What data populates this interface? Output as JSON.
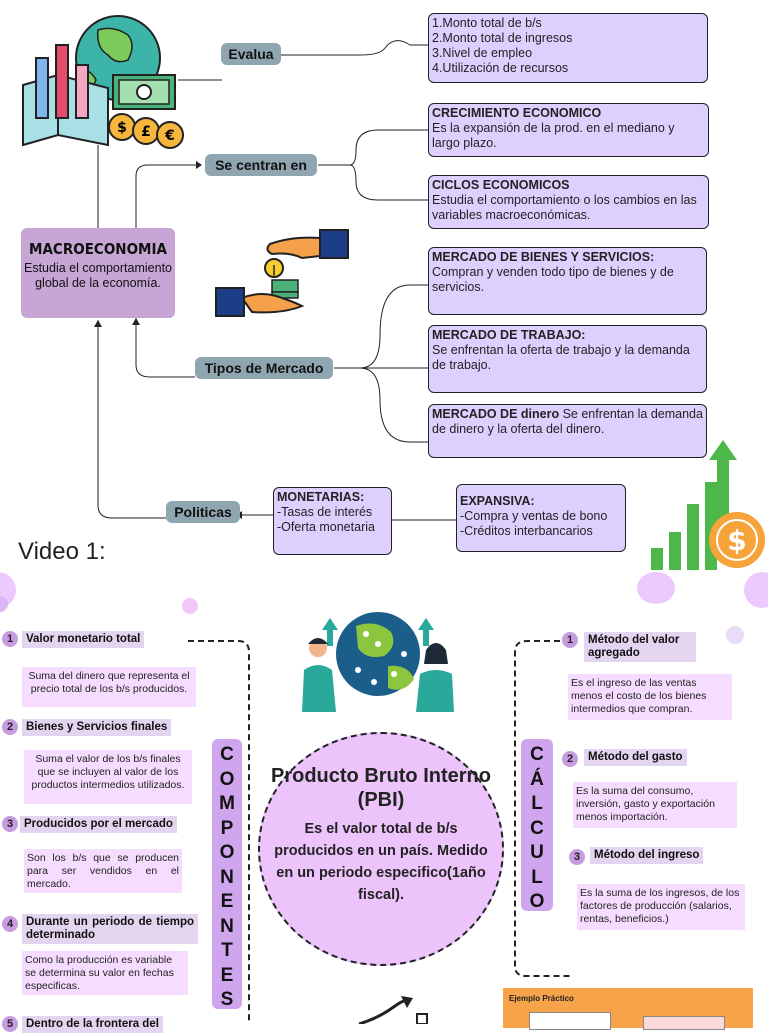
{
  "mapa": {
    "macro_title": "MACROECONOMIA",
    "macro_desc": "Estudia el comportamiento global de la economía.",
    "evalua": "Evalua",
    "se_centran": "Se centran en",
    "tipos": "Tipos de Mercado",
    "politicas": "Politicas",
    "evalua_items": [
      "1.Monto total de b/s",
      "2.Monto total de ingresos",
      "3.Nivel de empleo",
      "4.Utilización de recursos"
    ],
    "crecimiento_title": "CRECIMIENTO ECONOMICO",
    "crecimiento_desc": "Es la expansión de la prod. en el mediano y largo plazo.",
    "ciclos_title": "CICLOS ECONOMICOS",
    "ciclos_desc": "Estudia el comportamiento o los cambios en las variables macroeconómicas.",
    "bienes_title": "MERCADO DE BIENES Y SERVICIOS:",
    "bienes_desc": "Compran y venden  todo tipo de bienes y de servicios.",
    "trabajo_title": "MERCADO DE TRABAJO:",
    "trabajo_desc": "Se enfrentan la oferta de trabajo y la demanda de trabajo.",
    "dinero_title": "MERCADO DE dinero",
    "dinero_desc": " Se enfrentan la demanda de dinero y la oferta del dinero.",
    "monetarias_title": "MONETARIAS:",
    "monetarias_items": [
      "-Tasas de interés",
      "-Oferta monetaria"
    ],
    "expansiva_title": "EXPANSIVA:",
    "expansiva_items": [
      "-Compra y ventas de bono",
      "-Créditos interbancarios"
    ]
  },
  "video_label": "Video 1:",
  "pbi": {
    "title": "Producto Bruto Interno (PBI)",
    "desc": "Es el valor total de b/s producidos en un país. Medido en un periodo especifico(1año fiscal)."
  },
  "componentes_word": "COMPONENTES",
  "calculo_word": "CÁLCULO",
  "componentes": [
    {
      "num": "1",
      "label": "Valor monetario total",
      "desc": "Suma del dinero que representa el precio total de los b/s producidos."
    },
    {
      "num": "2",
      "label": "Bienes y Servicios finales",
      "desc": "Suma el valor de los b/s finales que se incluyen al valor de los productos intermedios utilizados."
    },
    {
      "num": "3",
      "label": "Producidos por el mercado",
      "desc": "Son los b/s que se producen para ser vendidos en el mercado."
    },
    {
      "num": "4",
      "label": "Durante un periodo de tiempo determinado",
      "desc": "Como la producción es variable se determina su valor en fechas especificas."
    },
    {
      "num": "5",
      "label": "Dentro de la frontera del"
    }
  ],
  "calculo": [
    {
      "num": "1",
      "label": "Método del valor agregado",
      "desc": "Es el ingreso de las ventas menos el costo de los bienes intermedios que compran."
    },
    {
      "num": "2",
      "label": "Método del gasto",
      "desc": "Es la suma del consumo, inversión, gasto y exportación menos importación."
    },
    {
      "num": "3",
      "label": "Método del ingreso",
      "desc": "Es la suma de los ingresos, de los factores de producción (salarios, rentas, beneficios.)"
    }
  ],
  "ejemplo_label": "Ejemplo Práctico",
  "colors": {
    "box": "#ddd0ff",
    "pill": "#8fa6b1",
    "macro": "#c7a6d6",
    "vertical": "#cfa6ee",
    "circle": "#ecc4fb"
  }
}
